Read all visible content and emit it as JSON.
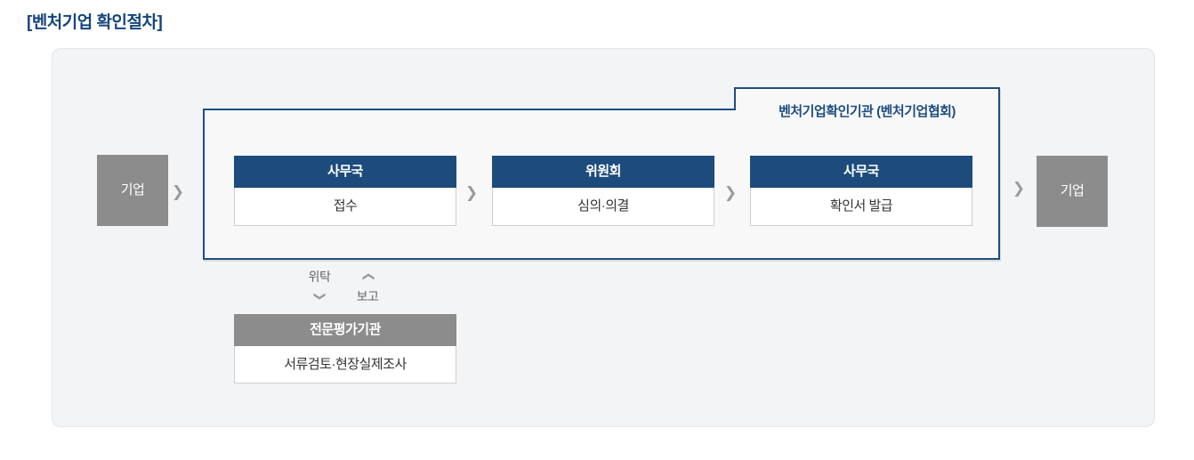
{
  "page": {
    "title": "[벤처기업 확인절차]"
  },
  "diagram": {
    "agency_label": "벤처기업확인기관 (벤처기업협회)",
    "start_entity": "기업",
    "end_entity": "기업",
    "steps": [
      {
        "org": "사무국",
        "action": "접수"
      },
      {
        "org": "위원회",
        "action": "심의·의결"
      },
      {
        "org": "사무국",
        "action": "확인서 발급"
      }
    ],
    "delegation": {
      "delegate": "위탁",
      "report": "보고"
    },
    "evaluator": {
      "org": "전문평가기관",
      "action": "서류검토·현장실제조사"
    },
    "arrow_glyph": "❯",
    "colors": {
      "navy_header": "#1d4c7c",
      "outline_blue": "#1f4e7f",
      "entity_gray": "#8c8c8c",
      "panel_bg": "#f3f4f5",
      "arrow_gray": "#9b9b9b"
    }
  }
}
